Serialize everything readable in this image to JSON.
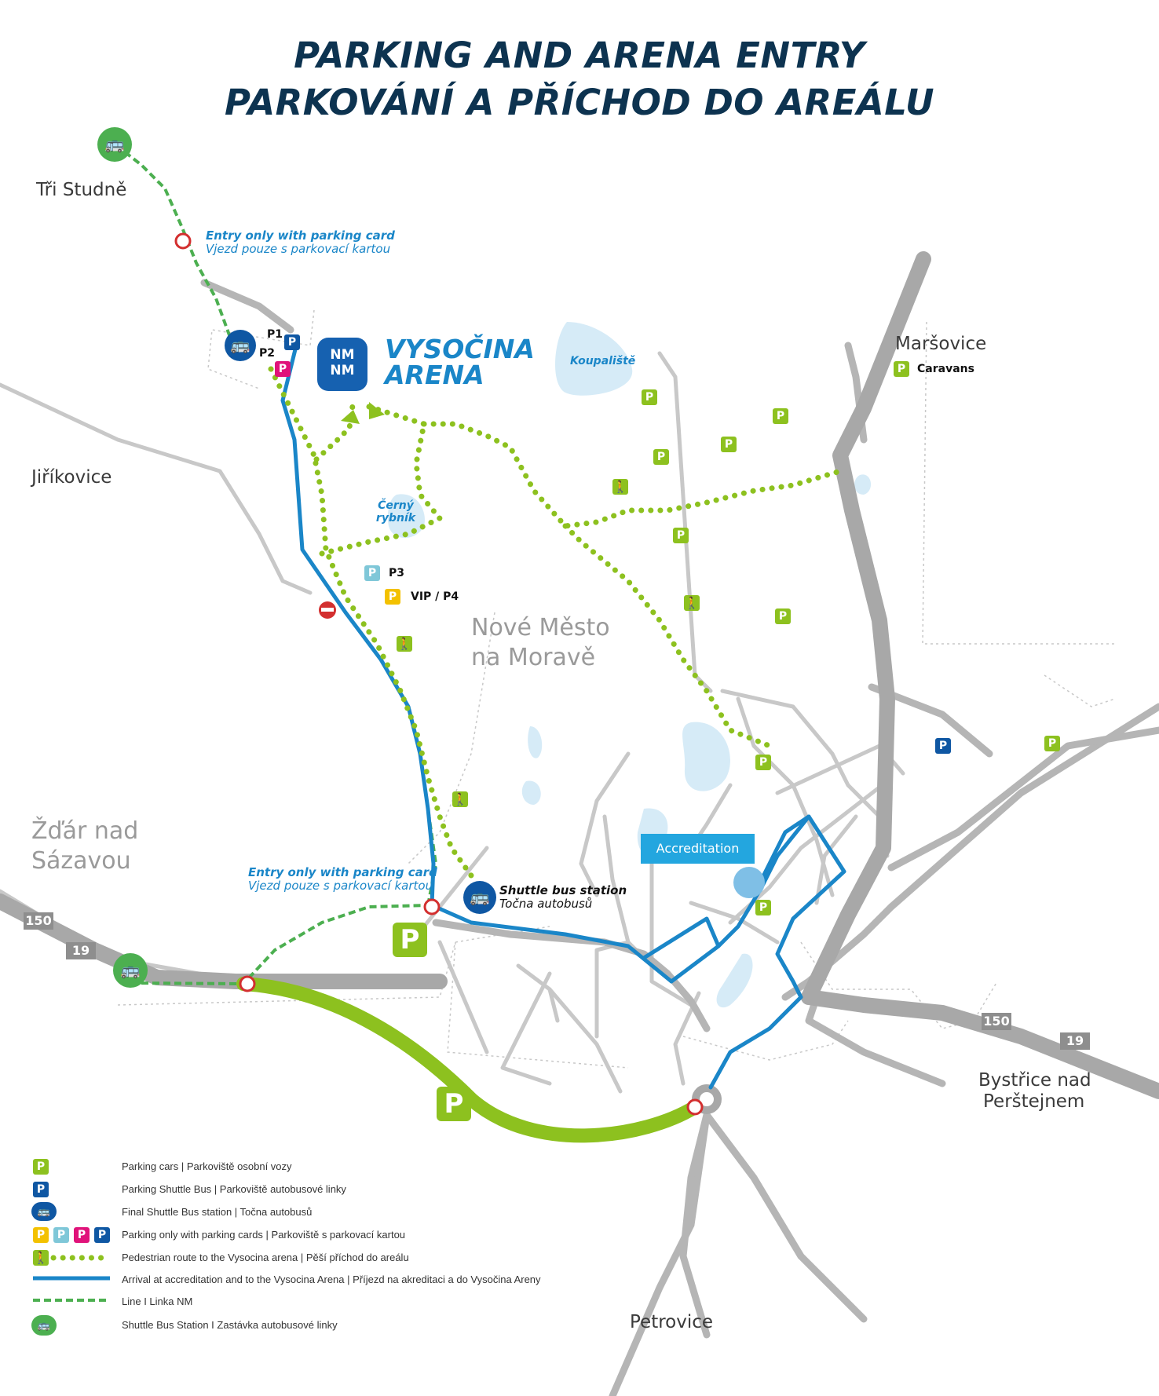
{
  "title": {
    "line1": "PARKING AND ARENA ENTRY",
    "line2": "PARKOVÁNÍ A PŘÍCHOD DO AREÁLU"
  },
  "places": {
    "tri_studne": "Tři Studně",
    "jirikovice": "Jiříkovice",
    "zdar": "Žďár nad Sázavou",
    "nove_mesto": "Nové Město na Moravě",
    "marsovice": "Maršovice",
    "bystrice_1": "Bystřice nad",
    "bystrice_2": "Perštejnem",
    "petrovice": "Petrovice"
  },
  "notes": {
    "entry1_en": "Entry only with parking card",
    "entry1_cz": "Vjezd pouze s parkovací kartou",
    "entry2_en": "Entry only with parking card",
    "entry2_cz": "Vjezd pouze s parkovací kartou"
  },
  "labels": {
    "p1": "P1",
    "p2": "P2",
    "p3": "P3",
    "vip": "VIP / P4",
    "caravans": "Caravans",
    "koupaliste": "Koupaliště",
    "cerny_rybnik": "Černý rybník",
    "shuttle_en": "Shuttle bus station",
    "shuttle_cz": "Točna autobusů",
    "accreditation": "Accreditation",
    "arena_1": "VYSOČINA",
    "arena_2": "ARENA",
    "arena_logo": "NM NM"
  },
  "roads": {
    "r150_west": "150",
    "r19_west": "19",
    "r150_east": "150",
    "r19_east": "19"
  },
  "parking_symbol": "P",
  "legend": [
    {
      "icon": "parking-cars",
      "text": "Parking cars | Parkoviště osobní vozy"
    },
    {
      "icon": "parking-shuttle",
      "text": "Parking Shuttle Bus | Parkoviště autobusové linky"
    },
    {
      "icon": "final-bus-station",
      "text": "Final Shuttle Bus station | Točna autobusů"
    },
    {
      "icon": "parking-cards",
      "text": "Parking only with parking cards | Parkoviště s parkovací kartou"
    },
    {
      "icon": "pedestrian-route",
      "text": "Pedestrian route to the Vysocina arena | Pěší příchod do areálu"
    },
    {
      "icon": "arrival-route",
      "text": "Arrival at accreditation and to the Vysocina Arena | Příjezd na akreditaci a do Vysočina Areny"
    },
    {
      "icon": "line-nm",
      "text": "Line I Linka NM"
    },
    {
      "icon": "shuttle-stop",
      "text": "Shuttle Bus Station I Zastávka autobusové linky"
    }
  ],
  "colors": {
    "title": "#0d3350",
    "road": "#c8c8c8",
    "highway": "#a8a8a8",
    "arrival_route": "#1a86c8",
    "pedestrian": "#8dc11f",
    "line_nm": "#4caf50",
    "water": "#d6ebf7",
    "park_green": "#8dc11f",
    "park_blue": "#0f57a3"
  }
}
